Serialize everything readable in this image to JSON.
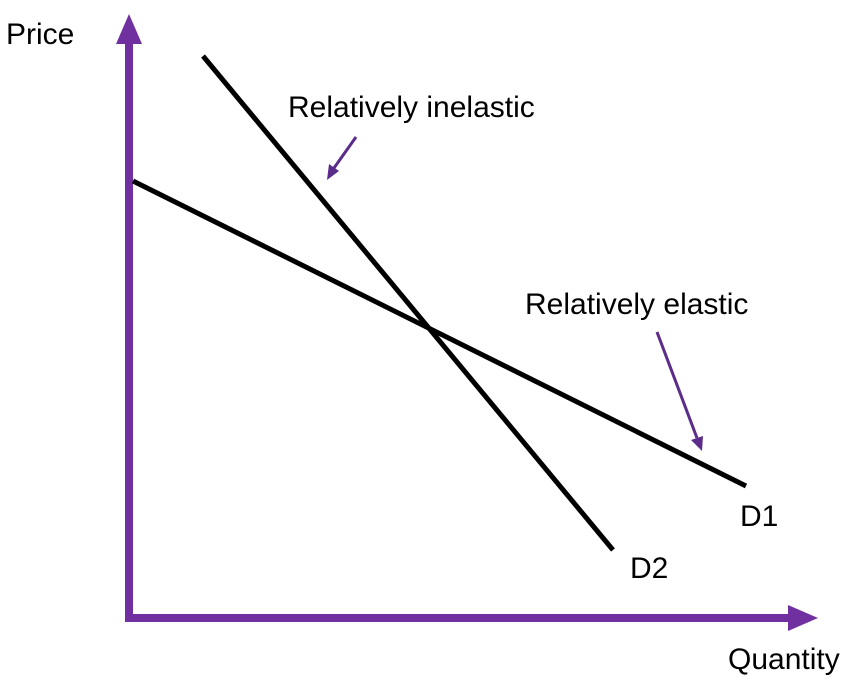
{
  "colors": {
    "axis": "#7030a0",
    "curve": "#000000",
    "pointer": "#5b2c8a",
    "background": "#ffffff"
  },
  "axes": {
    "y_label": "Price",
    "x_label": "Quantity"
  },
  "curves": {
    "d1_label": "D1",
    "d2_label": "D2"
  },
  "annotations": {
    "inelastic": "Relatively inelastic",
    "elastic": "Relatively elastic"
  }
}
